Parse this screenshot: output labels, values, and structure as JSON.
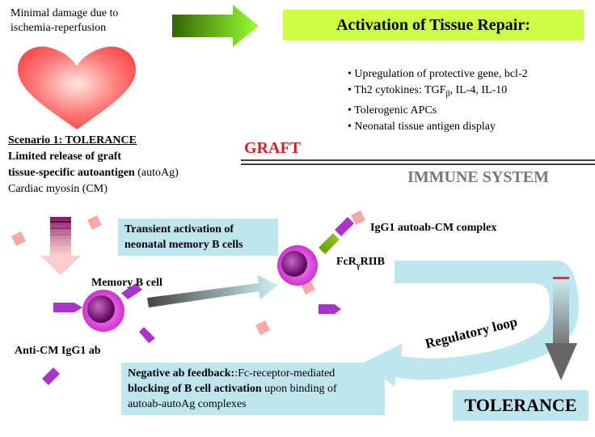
{
  "top_left_note": [
    "Minimal damage due to",
    "ischemia-reperfusion"
  ],
  "activation_title": "Activation of Tissue Repair:",
  "repair_bullets": [
    {
      "text": "Upregulation of protective gene, bcl-2",
      "sub": ""
    },
    {
      "text": "Th2 cytokines: TGF",
      "sub": "β",
      "rest": ", IL-4, IL-10"
    },
    {
      "text": "Tolerogenic APCs",
      "sub": ""
    },
    {
      "text": "Neonatal tissue antigen display",
      "sub": ""
    }
  ],
  "scenario": {
    "title": "Scenario 1: TOLERANCE",
    "line1": "Limited release of graft",
    "line2_bold": "tissue-specific autoantigen",
    "line2_rest": " (autoAg)",
    "line3": "Cardiac myosin (CM)"
  },
  "graft_label": "GRAFT",
  "immune_label": "IMMUNE SYSTEM",
  "transient_box": [
    "Transient activation of",
    "neonatal memory B cells"
  ],
  "igg1_complex": "IgG1 autoab-CM  complex",
  "fc_receptor": {
    "pre": "FcR",
    "sub": "γ",
    "post": "RIIB"
  },
  "memory_b_cell": "Memory B cell",
  "anti_cm": "Anti-CM IgG1 ab",
  "regulatory_loop": "Regulatory loop",
  "feedback": {
    "b1": "Negative ab feedback:",
    "t1": ":Fc-receptor-mediated",
    "b2": "blocking of B cell activation",
    "t2": " upon binding of",
    "t3": "autoab-autoAg complexes"
  },
  "tolerance": "TOLERANCE",
  "colors": {
    "activation_bg": "#ccff44",
    "box_bg": "#bfe6ee",
    "graft_red": "#cc2222",
    "immune_gray": "#777777",
    "heart": "#ff5555",
    "cell_magenta": "#cc33cc",
    "antigen_pink": "#f6a8a8",
    "antibody_purple": "#aa33cc"
  }
}
